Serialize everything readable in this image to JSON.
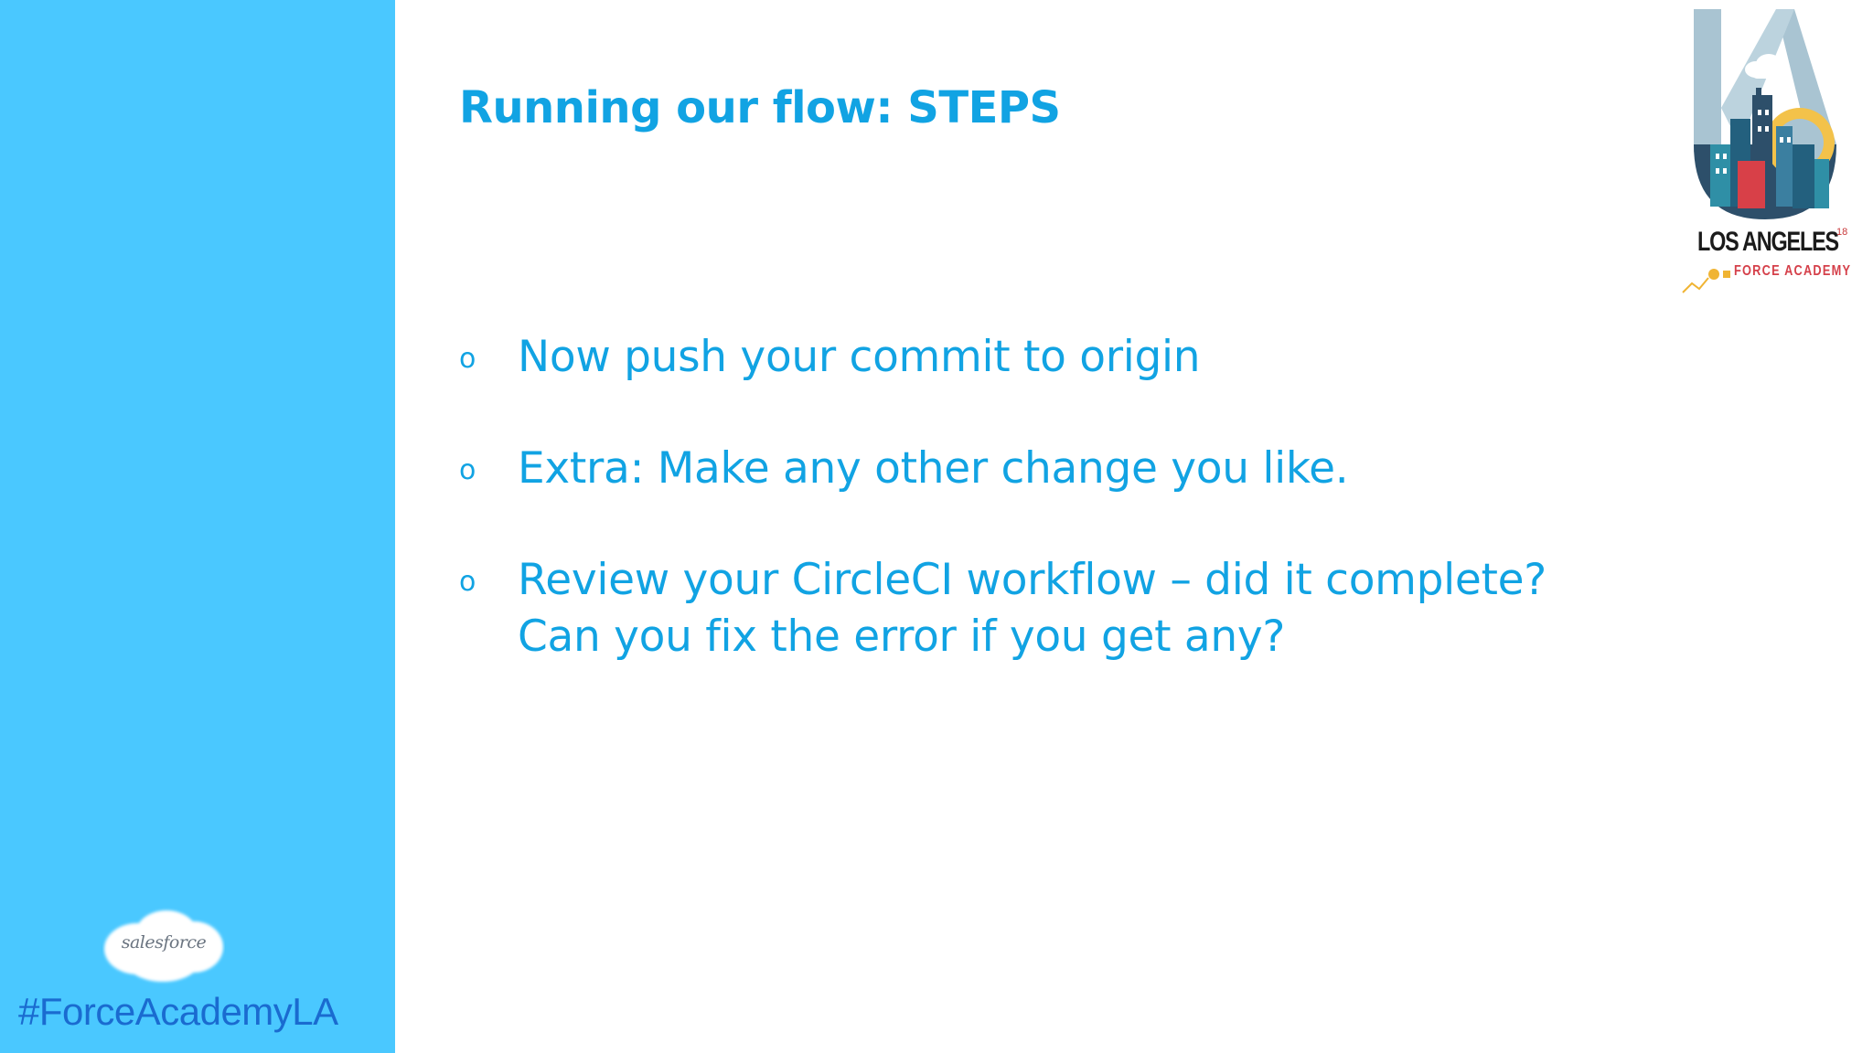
{
  "slide": {
    "title": "Running our flow: STEPS",
    "bullet_marker": "o",
    "bullets": [
      {
        "lines": [
          "Now push your commit to origin"
        ]
      },
      {
        "lines": [
          "Extra: Make any other change you like."
        ]
      },
      {
        "lines": [
          "Review your CircleCI workflow – did it complete?",
          "Can you fix the error if you get any?"
        ]
      }
    ]
  },
  "sidebar": {
    "brand_logo_text": "salesforce",
    "hashtag": "#ForceAcademyLA"
  },
  "event_logo": {
    "title": "LOS ANGELES",
    "year": "18",
    "subtitle": "FORCE ACADEMY"
  },
  "colors": {
    "sidebar": "#4ac8ff",
    "title": "#11a3e3",
    "hashtag": "#1a6bd0"
  }
}
